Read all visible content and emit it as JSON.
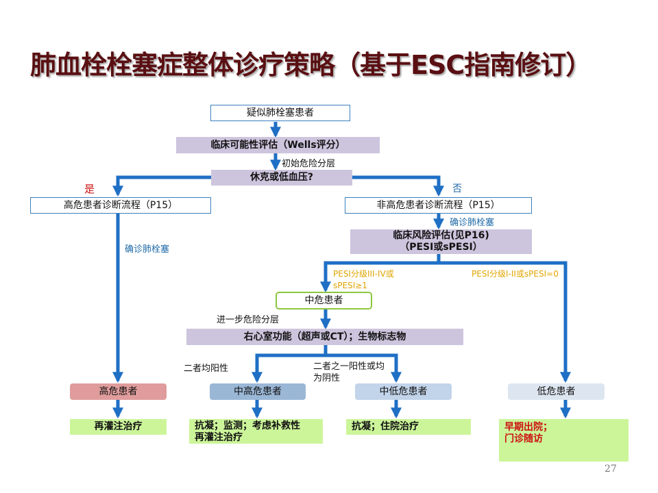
{
  "title": "肺血栓栓塞症整体诊疗策略（基于ESC指南修订）",
  "page_number": "27",
  "colors": {
    "arrow": "#1f6fc5",
    "title": "#5a0f12",
    "purple_box": "#cdc5dd",
    "treatment_box": "#ccf59a"
  },
  "boxes": {
    "suspected": "疑似肺栓塞患者",
    "wells": "临床可能性评估（Wells评分）",
    "shock": "休克或低血压?",
    "high_risk_path": "高危患者诊断流程（P15）",
    "non_high_risk_path": "非高危患者诊断流程（P15）",
    "clinical_risk_line1": "临床风险评估(见P16)",
    "clinical_risk_line2": "（PESI或sPESI）",
    "intermediate": "中危患者",
    "rv_function": "右心室功能（超声或CT）；生物标志物",
    "high_risk": "高危患者",
    "intermediate_high": "中高危患者",
    "intermediate_low": "中低危患者",
    "low_risk": "低危患者"
  },
  "treatments": {
    "reperfusion": "再灌注治疗",
    "int_high_line1": "抗凝；监测；考虑补救性",
    "int_high_line2": "再灌注治疗",
    "int_low": "抗凝；住院治疗",
    "low_line1": "早期出院；",
    "low_line2": "门诊随访"
  },
  "labels": {
    "initial_stratification": "初始危险分层",
    "yes": "是",
    "no": "否",
    "confirmed_pe_left": "确诊肺栓塞",
    "confirmed_pe_right": "确诊肺栓塞",
    "pesi_high_line1": "PESI分级III-IV或",
    "pesi_high_line2": "sPESI≥1",
    "pesi_low": "PESI分级I-II或sPESI=0",
    "further_stratification": "进一步危险分层",
    "both_positive": "二者均阳性",
    "one_or_none_line1": "二者之一阳性或均",
    "one_or_none_line2": "为阴性"
  }
}
